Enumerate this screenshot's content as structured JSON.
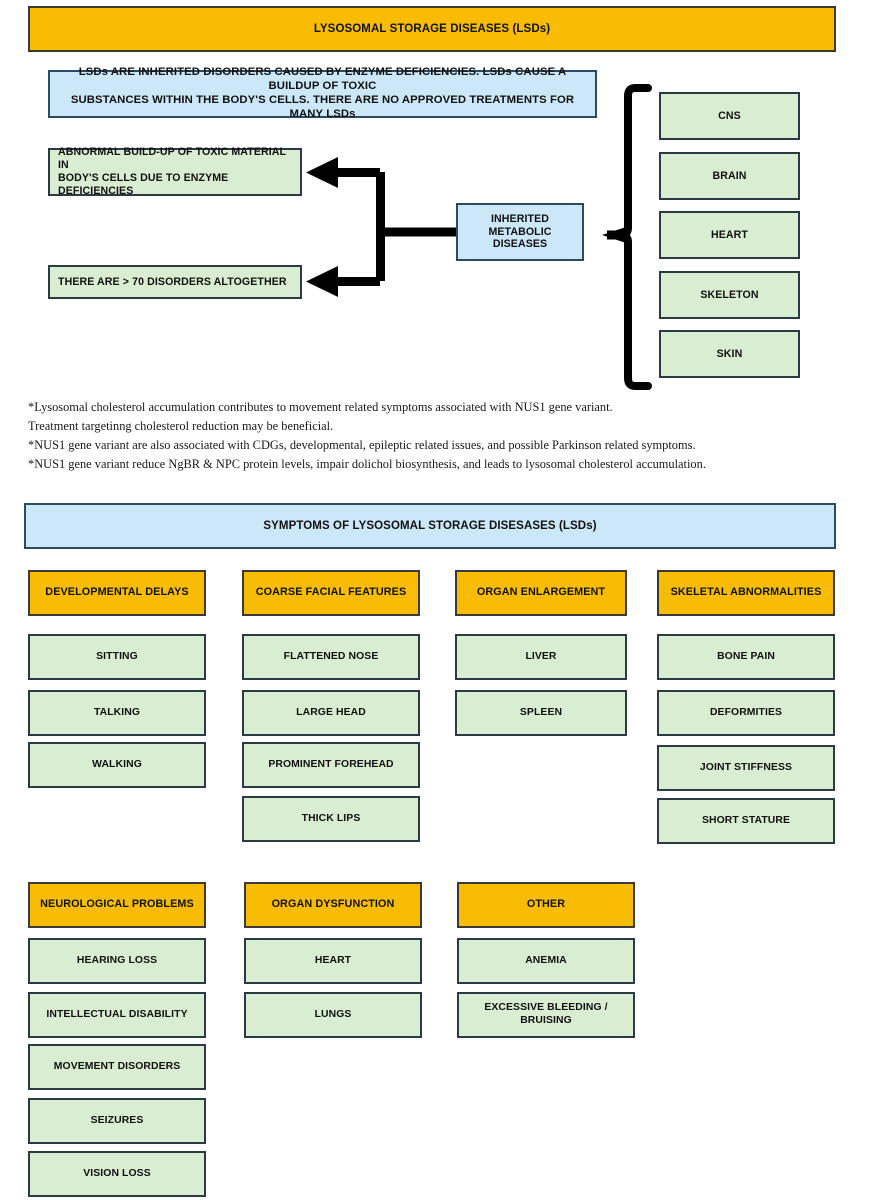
{
  "title_bar": {
    "label": "LYSOSOMAL STORAGE DISEASES (LSDs)",
    "color": "#f9bc04"
  },
  "intro_banner": {
    "line1": "LSDs ARE INHERITED DISORDERS CAUSED BY ENZYME DEFICIENCIES.  LSDs CAUSE A BUILDUP OF TOXIC",
    "line2": "SUBSTANCES WITHIN THE BODY'S CELLS.  THERE ARE NO APPROVED TREATMENTS FOR MANY LSDs",
    "color": "#cbe7f8"
  },
  "flow": {
    "source": {
      "line1": "INHERITED",
      "line2": "METABOLIC DISEASES",
      "color": "#cbe7f8"
    },
    "outcome_top": {
      "line1": "ABNORMAL BUILD-UP OF TOXIC MATERIAL IN",
      "line2": "BODY'S CELLS DUE TO ENZYME DEFICIENCIES"
    },
    "outcome_bottom": {
      "line1": "THERE ARE > 70 DISORDERS ALTOGETHER"
    },
    "affected_systems": [
      {
        "label": "CNS"
      },
      {
        "label": "BRAIN"
      },
      {
        "label": "HEART"
      },
      {
        "label": "SKELETON"
      },
      {
        "label": "SKIN"
      }
    ],
    "box_color": "#d8edd1"
  },
  "notes": [
    "*Lysosomal cholesterol accumulation contributes to movement related symptoms associated with NUS1 gene variant.",
    "Treatment targetinng cholesterol reduction may be beneficial.",
    "*NUS1 gene variant are also associated with CDGs, developmental, epileptic related issues, and possible Parkinson related symptoms.",
    "*NUS1 gene variant reduce NgBR & NPC protein levels, impair dolichol biosynthesis, and leads to lysosomal cholesterol accumulation."
  ],
  "symptoms_banner": {
    "label": "SYMPTOMS OF LYSOSOMAL STORAGE DISESASES (LSDs)",
    "color": "#cbe7f8"
  },
  "symptom_groups_row1": [
    {
      "category": "DEVELOPMENTAL DELAYS",
      "items": [
        "SITTING",
        "TALKING",
        "WALKING"
      ]
    },
    {
      "category": "COARSE FACIAL FEATURES",
      "items": [
        "FLATTENED NOSE",
        "LARGE HEAD",
        "PROMINENT FOREHEAD",
        "THICK LIPS"
      ]
    },
    {
      "category": "ORGAN ENLARGEMENT",
      "items": [
        "LIVER",
        "SPLEEN"
      ]
    },
    {
      "category": "SKELETAL ABNORMALITIES",
      "items": [
        "BONE PAIN",
        "DEFORMITIES",
        "JOINT STIFFNESS",
        "SHORT STATURE"
      ]
    }
  ],
  "symptom_groups_row2": [
    {
      "category": "NEUROLOGICAL PROBLEMS",
      "items": [
        "HEARING LOSS",
        "INTELLECTUAL DISABILITY",
        "MOVEMENT DISORDERS",
        "SEIZURES",
        "VISION LOSS"
      ]
    },
    {
      "category": "ORGAN DYSFUNCTION",
      "items": [
        "HEART",
        "LUNGS"
      ]
    },
    {
      "category": "OTHER",
      "items": [
        "ANEMIA",
        "EXCESSIVE BLEEDING /\nBRUISING"
      ]
    }
  ],
  "palette": {
    "orange": "#f9bc04",
    "green": "#d8edd1",
    "blue": "#cbe7f8",
    "border_dark": "#2b3b44",
    "arrow": "#000000"
  }
}
